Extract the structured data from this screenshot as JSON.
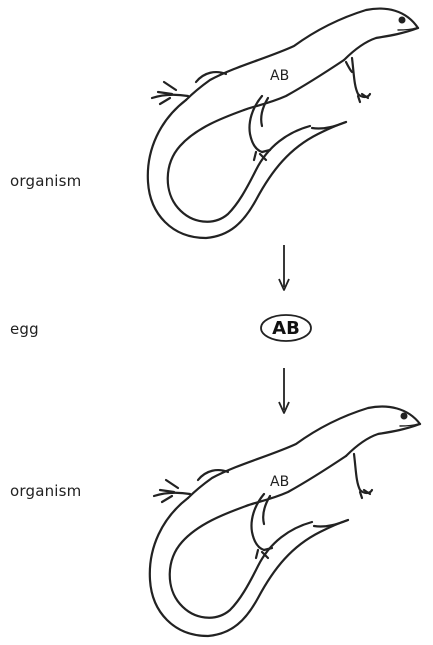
{
  "labels": {
    "top_organism": "organism",
    "egg": "egg",
    "bottom_organism": "organism"
  },
  "genotypes": {
    "top_organism": "AB",
    "egg": "AB",
    "bottom_organism": "AB"
  },
  "colors": {
    "ink": "#222222",
    "background": "#ffffff"
  }
}
